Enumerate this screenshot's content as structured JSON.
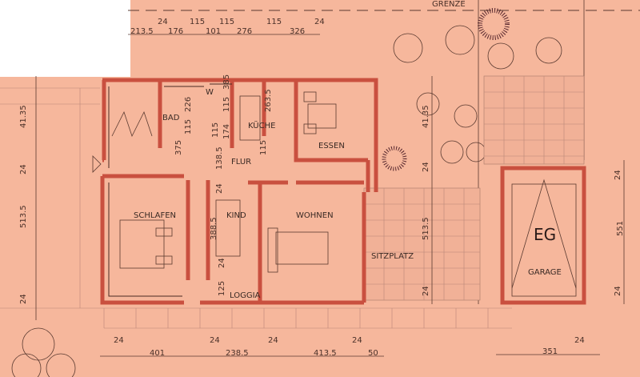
{
  "plan": {
    "boundary_label": "GRENZE",
    "floor_label": "EG",
    "rooms": {
      "bad": "BAD",
      "wc": "W",
      "kueche": "KÜCHE",
      "essen": "ESSEN",
      "flur": "FLUR",
      "schlafen": "SCHLAFEN",
      "kind": "KIND",
      "wohnen": "WOHNEN",
      "sitzplatz": "SITZPLATZ",
      "loggia": "LOGGIA",
      "garage": "GARAGE"
    },
    "dims_top": [
      "213.5",
      "24",
      "176",
      "115",
      "101",
      "115",
      "276",
      "115",
      "326",
      "24"
    ],
    "dims_bottom": [
      "24",
      "401",
      "24",
      "238.5",
      "24",
      "413.5",
      "24",
      "50",
      "351",
      "24"
    ],
    "dims_left": [
      "41.35",
      "24",
      "513.5",
      "24"
    ],
    "dims_mid": [
      "41.35",
      "24",
      "513.5",
      "24"
    ],
    "dims_right": [
      "24",
      "551",
      "24"
    ],
    "dims_interior": [
      "226",
      "115",
      "375",
      "115",
      "115",
      "385",
      "174",
      "263.5",
      "115",
      "138.5",
      "388.5",
      "24",
      "125",
      "24"
    ]
  },
  "colors": {
    "paper": "#f6b79c",
    "wall": "#c9503f",
    "ink": "#4a3028"
  }
}
